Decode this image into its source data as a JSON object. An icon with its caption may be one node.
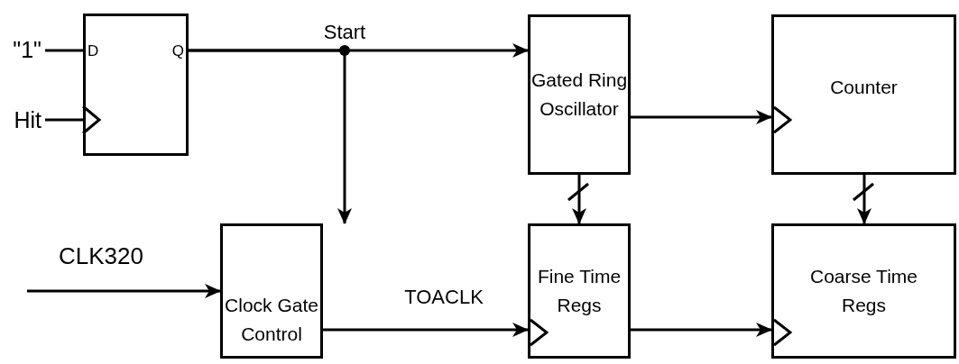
{
  "diagram": {
    "nodes": [
      {
        "text": [
          "D",
          "Q"
        ]
      },
      {
        "text": [
          "\"1\""
        ]
      },
      {
        "text": [
          "Hit"
        ]
      },
      {
        "text": [
          "Gated Ring Oscillator"
        ]
      },
      {
        "text": [
          "Counter"
        ]
      },
      {
        "text": [
          "Clock Gate Control"
        ]
      },
      {
        "text": [
          "Fine Time Regs"
        ]
      },
      {
        "text": [
          "Coarse Time Regs"
        ]
      }
    ],
    "edges": [
      {
        "from": 1,
        "to": 0,
        "arrow": "none"
      },
      {
        "from": 2,
        "to": 0,
        "arrow": "to"
      },
      {
        "from": 0,
        "to": 3,
        "arrow": "to",
        "label": "Start"
      },
      {
        "from": 0,
        "to": 5,
        "arrow": "to"
      },
      {
        "from": 3,
        "to": 4,
        "arrow": "to"
      },
      {
        "from": 3,
        "to": 6,
        "arrow": "to"
      },
      {
        "from": 4,
        "to": 7,
        "arrow": "to"
      },
      {
        "from": null,
        "to": 5,
        "arrow": "to",
        "label": "CLK320"
      },
      {
        "from": 5,
        "to": 6,
        "arrow": "to",
        "label": "TOACLK"
      },
      {
        "from": 6,
        "to": 7,
        "arrow": "to"
      }
    ]
  }
}
